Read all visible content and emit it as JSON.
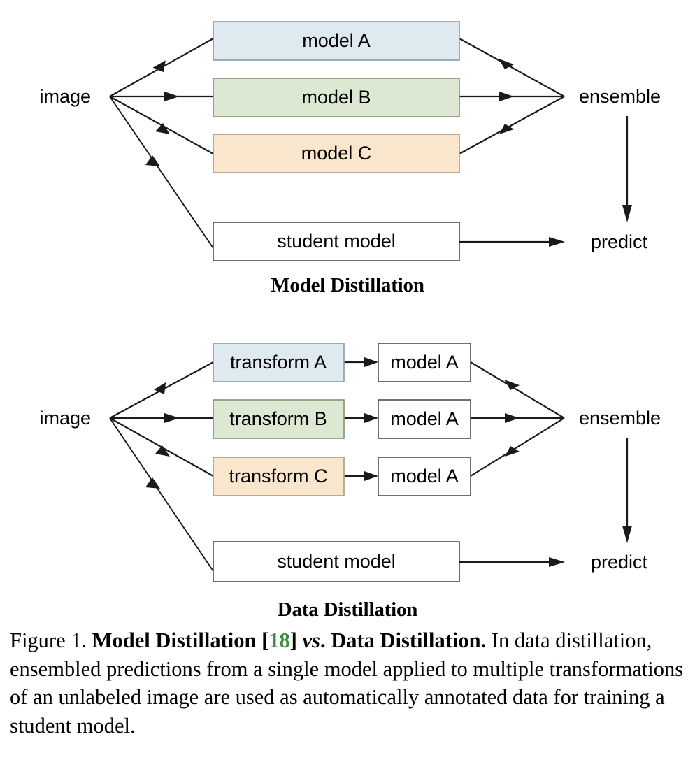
{
  "figure": {
    "caption_prefix": "Figure 1. ",
    "caption_bold_1": "Model Distillation ",
    "caption_bracket_open": "[",
    "caption_citation": "18",
    "caption_bracket_close": "] ",
    "caption_italic": "vs",
    "caption_bold_2": ". Data Distillation.",
    "caption_body": " In data distillation, ensembled predictions from a single model applied to multiple transformations of an unlabeled image are used as automatically annotated data for training a student model.",
    "citation_color": "#3d8b3d"
  },
  "diagram_model_distillation": {
    "title": "Model Distillation",
    "input_label": "image",
    "ensemble_label": "ensemble",
    "predict_label": "predict",
    "boxes": [
      {
        "label": "model A",
        "fill": "#dfeaf0",
        "stroke": "#8a9aa0"
      },
      {
        "label": "model B",
        "fill": "#dde8d3",
        "stroke": "#7f9470"
      },
      {
        "label": "model C",
        "fill": "#fae5cd",
        "stroke": "#b09a80"
      }
    ],
    "student_box": {
      "label": "student model",
      "fill": "#ffffff",
      "stroke": "#4d4d4d"
    }
  },
  "diagram_data_distillation": {
    "title": "Data Distillation",
    "input_label": "image",
    "ensemble_label": "ensemble",
    "predict_label": "predict",
    "transform_boxes": [
      {
        "label": "transform A",
        "fill": "#dfeaf0",
        "stroke": "#8a9aa0"
      },
      {
        "label": "transform B",
        "fill": "#dde8d3",
        "stroke": "#7f9470"
      },
      {
        "label": "transform C",
        "fill": "#fae5cd",
        "stroke": "#b09a80"
      }
    ],
    "model_boxes": [
      {
        "label": "model A",
        "fill": "#ffffff",
        "stroke": "#4d4d4d"
      },
      {
        "label": "model A",
        "fill": "#ffffff",
        "stroke": "#4d4d4d"
      },
      {
        "label": "model A",
        "fill": "#ffffff",
        "stroke": "#4d4d4d"
      }
    ],
    "student_box": {
      "label": "student model",
      "fill": "#ffffff",
      "stroke": "#4d4d4d"
    }
  }
}
